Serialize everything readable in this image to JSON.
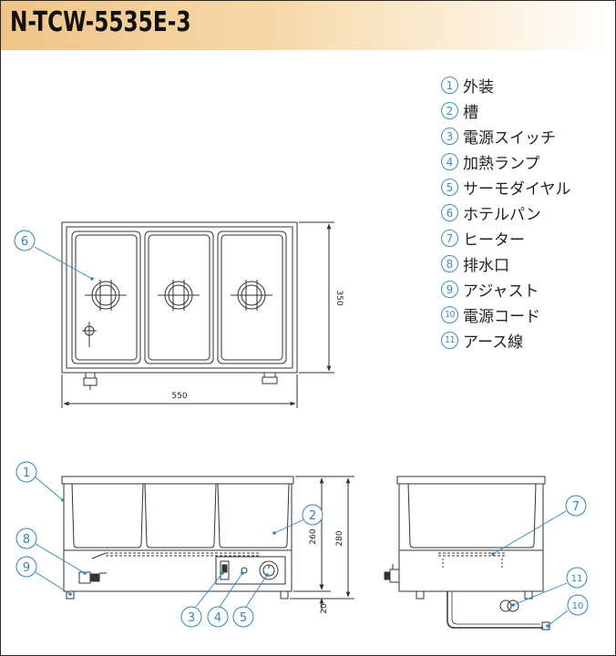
{
  "title": "N-TCW-5535E-3",
  "legend": [
    {
      "num": "1",
      "label": "外装"
    },
    {
      "num": "2",
      "label": "槽"
    },
    {
      "num": "3",
      "label": "電源スイッチ"
    },
    {
      "num": "4",
      "label": "加熱ランプ"
    },
    {
      "num": "5",
      "label": "サーモダイヤル"
    },
    {
      "num": "6",
      "label": "ホテルパン"
    },
    {
      "num": "7",
      "label": "ヒーター"
    },
    {
      "num": "8",
      "label": "排水口"
    },
    {
      "num": "9",
      "label": "アジャスト"
    },
    {
      "num": "10",
      "label": "電源コード"
    },
    {
      "num": "11",
      "label": "アース線"
    }
  ],
  "dimensions": {
    "width": "550",
    "depth": "350",
    "body_height": "260",
    "total_height": "280",
    "leg_height": "20"
  },
  "callouts": {
    "top_pan": "6",
    "front_outer": "1",
    "front_tank": "2",
    "front_drain": "8",
    "front_adjuster": "9",
    "front_switch": "3",
    "front_lamp": "4",
    "front_dial": "5",
    "side_heater": "7",
    "side_earth": "11",
    "side_cord": "10"
  },
  "colors": {
    "callout": "#2f86c2",
    "line": "#333333"
  }
}
